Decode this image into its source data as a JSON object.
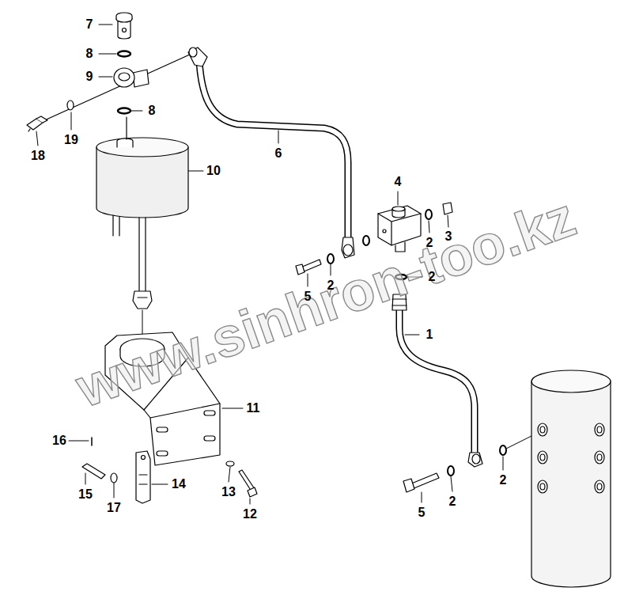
{
  "diagram": {
    "labels": [
      "7",
      "8",
      "9",
      "8",
      "19",
      "18",
      "10",
      "6",
      "4",
      "3",
      "2",
      "2",
      "2",
      "5",
      "1",
      "11",
      "16",
      "14",
      "15",
      "17",
      "13",
      "12",
      "2",
      "5",
      "2",
      "www.sinhron-too.kz"
    ]
  }
}
